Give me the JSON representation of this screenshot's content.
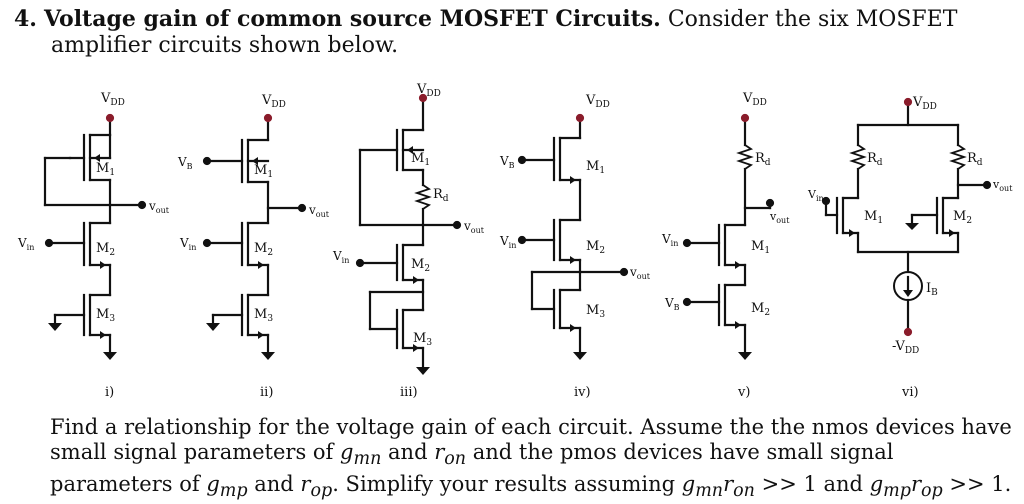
{
  "heading": {
    "number": "4.",
    "title": "Voltage gain of common source MOSFET Circuits.",
    "intro_line1": "Consider the six MOSFET",
    "intro_line2": "amplifier circuits shown below."
  },
  "circuits": [
    {
      "caption": "i)"
    },
    {
      "caption": "ii)"
    },
    {
      "caption": "iii)"
    },
    {
      "caption": "iv)"
    },
    {
      "caption": "v)"
    },
    {
      "caption": "vi)"
    }
  ],
  "labels": {
    "vdd": "V",
    "vdd_sub": "DD",
    "neg_vdd": "-V",
    "neg_vdd_sub": "DD",
    "vout": "v",
    "vout_sub": "out",
    "vin": "V",
    "vin_sub": "in",
    "vb": "V",
    "vb_sub": "B",
    "m1": "M",
    "m1_sub": "1",
    "m2": "M",
    "m2_sub": "2",
    "m3": "M",
    "m3_sub": "3",
    "rd": "R",
    "rd_sub": "d",
    "ib": "I",
    "ib_sub": "B"
  },
  "paragraph": {
    "text_a": "Find a relationship for the voltage gain of each circuit.  Assume the the nmos devices have small signal parameters of ",
    "gmn": "g",
    "gmn_sub": "mn",
    "and1": " and ",
    "ron": "r",
    "ron_sub": "on",
    "text_b": " and the pmos devices have small signal parameters of ",
    "gmp": "g",
    "gmp_sub": "mp",
    "and2": " and ",
    "rop": "r",
    "rop_sub": "op",
    "text_c": ".  Simplify your results assuming ",
    "cond1_a": "g",
    "cond1_a_sub": "mn",
    "cond1_b": "r",
    "cond1_b_sub": "on",
    "cond1_tail": " >> 1 and ",
    "cond2_a": "g",
    "cond2_a_sub": "mp",
    "cond2_b": "r",
    "cond2_b_sub": "op",
    "cond2_tail": " >> 1."
  }
}
